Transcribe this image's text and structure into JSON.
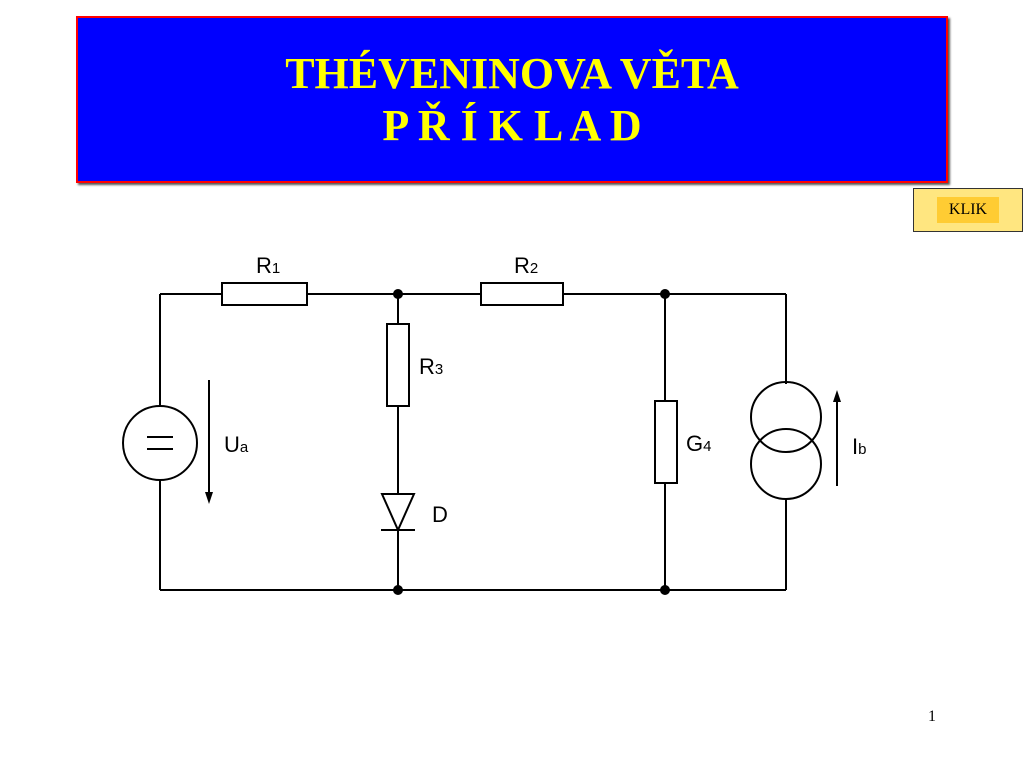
{
  "title": {
    "line1": "THÉVENINOVA VĚTA",
    "line2": "P Ř Í K L A D"
  },
  "klik_button": {
    "label": "KLIK"
  },
  "circuit": {
    "labels": {
      "r1": {
        "main": "R",
        "sub": "1"
      },
      "r2": {
        "main": "R",
        "sub": "2"
      },
      "r3": {
        "main": "R",
        "sub": "3"
      },
      "g4": {
        "main": "G",
        "sub": "4"
      },
      "ua": {
        "main": "U",
        "sub": "a"
      },
      "ib": {
        "main": "I",
        "sub": "b"
      },
      "d": {
        "main": "D"
      }
    }
  },
  "page_number": "1"
}
